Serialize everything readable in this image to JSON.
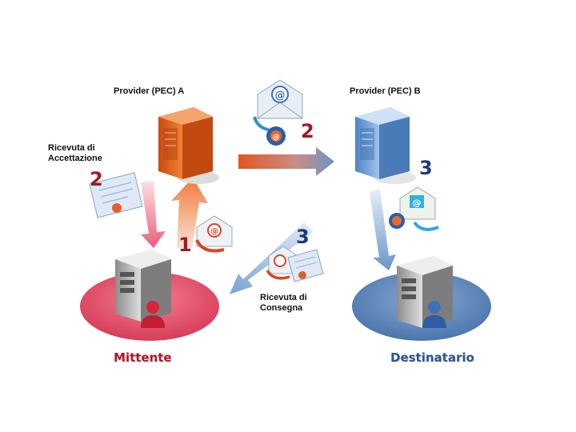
{
  "labels": {
    "provider_a": "Provider (PEC) A",
    "provider_b": "Provider (PEC) B",
    "ricevuta_accettazione_line1": "Ricevuta di",
    "ricevuta_accettazione_line2": "Accettazione",
    "ricevuta_consegna_line1": "Ricevuta di",
    "ricevuta_consegna_line2": "Consegna",
    "mittente": "Mittente",
    "destinatario": "Destinatario"
  },
  "steps": {
    "step_1": "1",
    "step_2_accept": "2",
    "step_2_transfer": "2",
    "step_3_delivery_b": "3",
    "step_3_consegna": "3"
  },
  "icons": {
    "email_symbol": "@"
  },
  "colors": {
    "mittente": "#e8516b",
    "destinatario": "#5d86bb",
    "provider_a": "#e8621f",
    "provider_b": "#6e9fd6",
    "step_red": "#9b1c24",
    "step_navy": "#1d3a78"
  }
}
